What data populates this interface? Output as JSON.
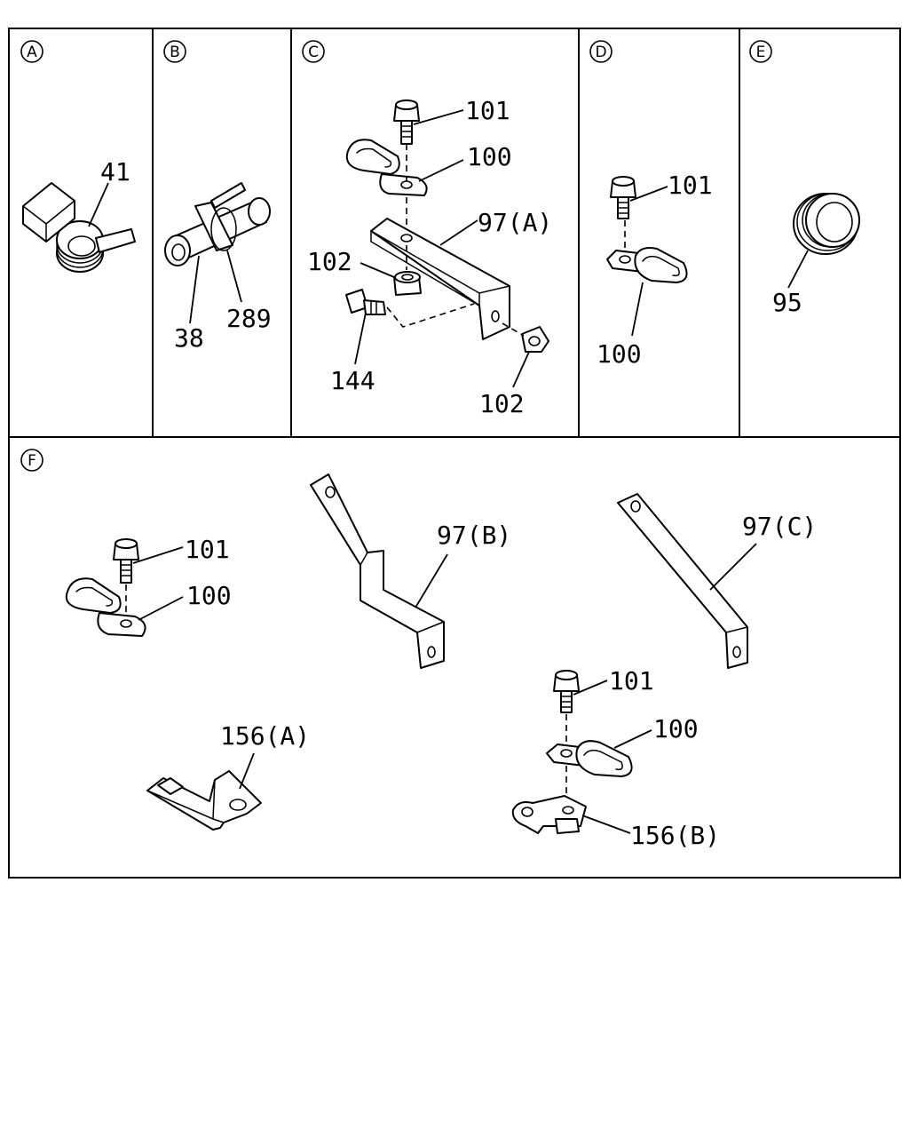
{
  "panels": {
    "A": {
      "letter": "A",
      "labels": {
        "p41": "41"
      }
    },
    "B": {
      "letter": "B",
      "labels": {
        "p38": "38",
        "p289": "289"
      }
    },
    "C": {
      "letter": "C",
      "labels": {
        "p101": "101",
        "p100": "100",
        "p97a": "97(A)",
        "p102a": "102",
        "p144": "144",
        "p102b": "102"
      }
    },
    "D": {
      "letter": "D",
      "labels": {
        "p101": "101",
        "p100": "100"
      }
    },
    "E": {
      "letter": "E",
      "labels": {
        "p95": "95"
      }
    },
    "F": {
      "letter": "F",
      "labels": {
        "p101a": "101",
        "p100a": "100",
        "p97b": "97(B)",
        "p97c": "97(C)",
        "p156a": "156(A)",
        "p101b": "101",
        "p100b": "100",
        "p156b": "156(B)"
      }
    }
  }
}
